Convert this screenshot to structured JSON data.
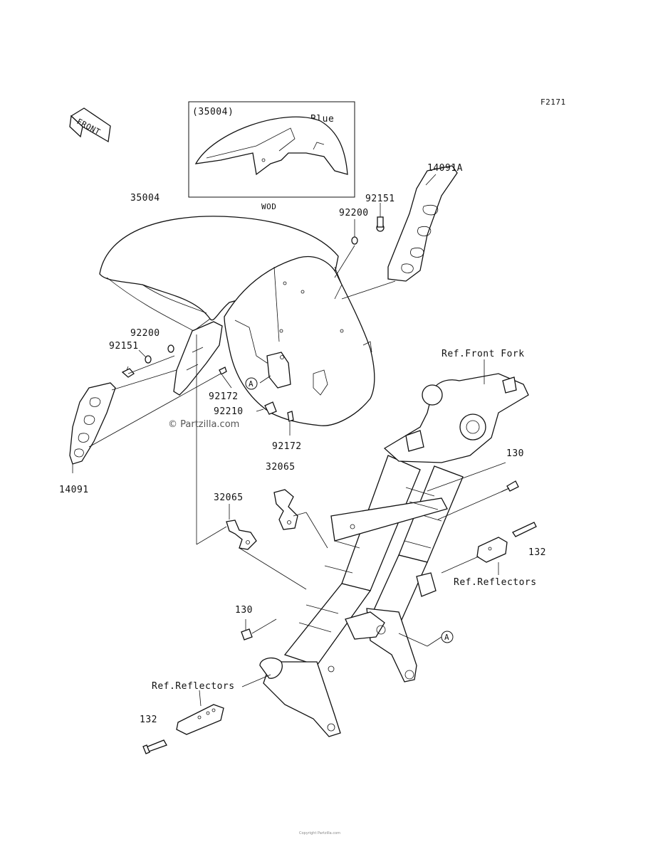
{
  "figure_code": "F2171",
  "front_label": "FRONT",
  "inset": {
    "ref": "(35004)",
    "color_label": "Blue",
    "caption": "WOD"
  },
  "watermark": "© Partzilla.com",
  "callouts": {
    "c35004": "35004",
    "c14091A": "14091A",
    "c92151_top": "92151",
    "c92200_top": "92200",
    "c92200_left": "92200",
    "c92151_left": "92151",
    "c92172_left": "92172",
    "c92210": "92210",
    "c92172_bottom": "92172",
    "c32065_a": "32065",
    "c32065_b": "32065",
    "c14091": "14091",
    "ref_front_fork": "Ref.Front Fork",
    "c130_right": "130",
    "c132_right": "132",
    "ref_reflectors_right": "Ref.Reflectors",
    "c130_left": "130",
    "ref_reflectors_left": "Ref.Reflectors",
    "c132_left": "132",
    "marker_a1": "A",
    "marker_a2": "A"
  },
  "footer_text": "Copyright Partzilla.com"
}
